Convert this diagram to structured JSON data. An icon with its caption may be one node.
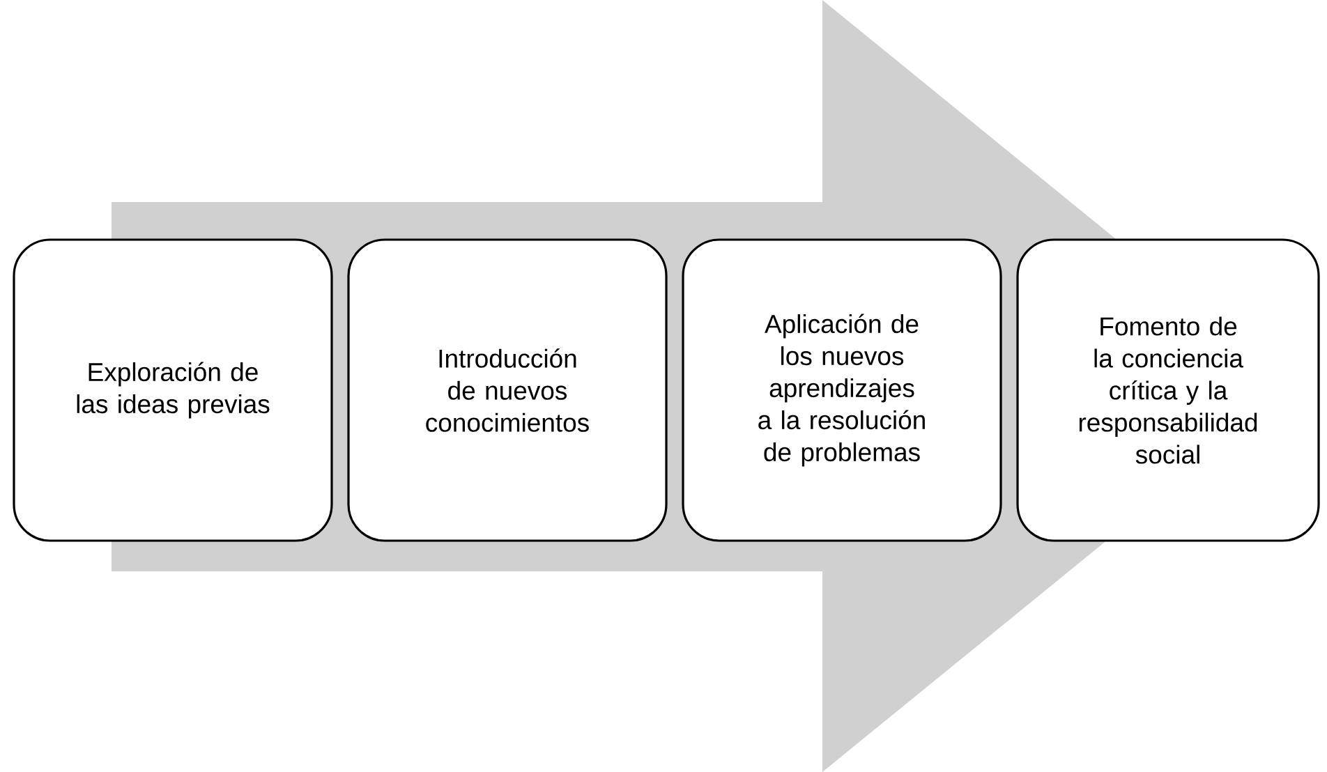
{
  "diagram": {
    "nodes": [
      {
        "text": [
          "Exploración de las ideas previas"
        ]
      },
      {
        "text": [
          "Introducción de nuevos conocimientos"
        ]
      },
      {
        "text": [
          "Aplicación de los nuevos aprendizajes a la resolución de problemas"
        ]
      },
      {
        "text": [
          "Fomento de la conciencia crítica y la responsabilidad social"
        ]
      }
    ],
    "edges": [
      {
        "from": 0,
        "to": 3,
        "arrow": "to"
      }
    ]
  }
}
